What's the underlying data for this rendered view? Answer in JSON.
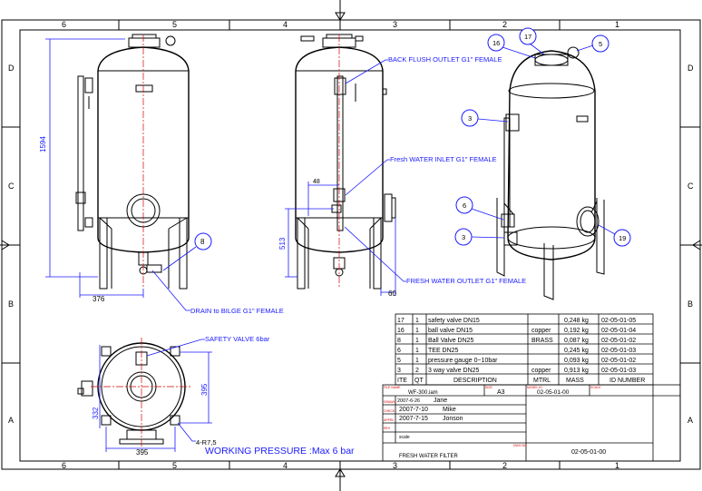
{
  "frame": {
    "columns": [
      "6",
      "5",
      "4",
      "3",
      "2",
      "1"
    ],
    "rows": [
      "D",
      "C",
      "B",
      "A"
    ]
  },
  "dimensions": {
    "height_1594": "1594",
    "d376": "376",
    "d48": "48",
    "d513": "513",
    "d60": "60",
    "d395_h": "395",
    "d395_v": "395",
    "d332": "332",
    "r75": "4-R7,5"
  },
  "callouts": {
    "back_flush": "BACK FLUSH OUTLET G1\" FEMALE",
    "fresh_inlet": "Fresh WATER INLET G1\" FEMALE",
    "fresh_outlet": "FRESH  WATER OUTLET G1\" FEMALE",
    "drain": "DRAIN to BILGE G1\" FEMALE",
    "safety_valve": "SAFETY VALVE 6bar",
    "working_pressure": "WORKING PRESSURE :Max  6 bar"
  },
  "balloons": {
    "b8": "8",
    "b16": "16",
    "b17": "17",
    "b5": "5",
    "b3a": "3",
    "b6": "6",
    "b3b": "3",
    "b19": "19"
  },
  "bom": {
    "rows": [
      {
        "item": "17",
        "qty": "1",
        "desc": "safety valve DN15",
        "mtrl": "",
        "mass": "0,248 kg",
        "id": "02-05-01-05"
      },
      {
        "item": "16",
        "qty": "1",
        "desc": "ball valve DN15",
        "mtrl": "copper",
        "mass": "0,192 kg",
        "id": "02-05-01-04"
      },
      {
        "item": "8",
        "qty": "1",
        "desc": "Ball Valve DN25",
        "mtrl": "BRASS",
        "mass": "0,087 kg",
        "id": "02-05-01-02"
      },
      {
        "item": "6",
        "qty": "1",
        "desc": "TEE DN25",
        "mtrl": "",
        "mass": "0,245 kg",
        "id": "02-05-01-03"
      },
      {
        "item": "5",
        "qty": "1",
        "desc": "pressure gauge 0~10bar",
        "mtrl": "",
        "mass": "0,093 kg",
        "id": "02-05-01-02"
      },
      {
        "item": "3",
        "qty": "2",
        "desc": "3 way valve DN25",
        "mtrl": "copper",
        "mass": "0,913 kg",
        "id": "02-05-01-03"
      }
    ],
    "header": {
      "item": "ITE",
      "qty": "QT",
      "desc": "DESCRIPTION",
      "mtrl": "MTRL",
      "mass": "MASS",
      "id": "ID NUMBER"
    }
  },
  "title_block": {
    "file_name_label": "FILE NAME",
    "file_name": "WF-300.iam",
    "size_label": "SIZE",
    "size": "A3",
    "model_label": "MODEL ID",
    "model": "02-05-01-00",
    "scale_label": "SCALE",
    "drawn_label": "DRAWN",
    "drawn_date": "2007-6-26",
    "drawn_by": "Jane",
    "check_label": "CHECK",
    "check_date": "2007-7-10",
    "check_by": "Mike",
    "appr_label": "APPRL",
    "appr_date": "2007-7-15",
    "appr_by": "Jonson",
    "rev_label": "REV",
    "scale_note": "scale",
    "title": "FRESH WATER FILTER",
    "dwg_label": "DWG NO",
    "dwg": "02-05-01-00"
  }
}
